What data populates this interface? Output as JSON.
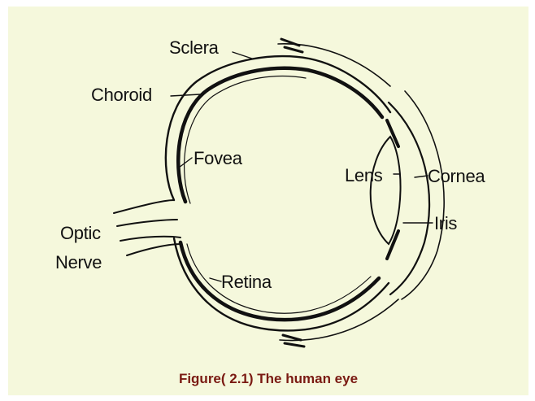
{
  "labels": {
    "sclera": "Sclera",
    "choroid": "Choroid",
    "fovea": "Fovea",
    "lens": "Lens",
    "cornea": "Cornea",
    "iris": "Iris",
    "optic_line1": "Optic",
    "optic_line2": "Nerve",
    "retina": "Retina"
  },
  "caption": "Figure( 2.1) The human eye",
  "colors": {
    "background": "#f5f8dc",
    "caption": "#7a1a12",
    "ink": "#111111"
  }
}
